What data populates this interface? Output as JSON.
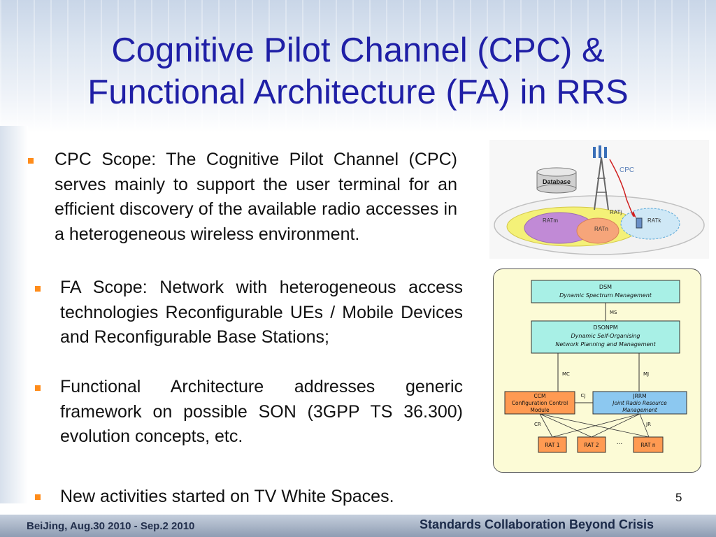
{
  "title_line1": "Cognitive Pilot Channel (CPC) &",
  "title_line2": "Functional Architecture (FA) in RRS",
  "bullets": [
    "CPC Scope: The Cognitive Pilot Channel (CPC) serves mainly to support the user terminal for an efficient discovery of the available radio accesses in a heterogeneous wireless environment.",
    "FA Scope: Network with heterogeneous access technologies Reconfigurable UEs / Mobile Devices and Reconfigurable Base Stations;",
    "Functional Architecture addresses generic framework on possible SON (3GPP TS 36.300) evolution concepts, etc.",
    "New activities started on TV White Spaces."
  ],
  "cpc_diagram": {
    "database": "Database",
    "cpc": "CPC",
    "ratj": "RATj",
    "ratm": "RATm",
    "ratn": "RATn",
    "ratk": "RATk"
  },
  "fa_diagram": {
    "dsm_title": "DSM",
    "dsm_sub": "Dynamic Spectrum Management",
    "ms": "MS",
    "dsonpm_title": "DSONPM",
    "dsonpm_sub1": "Dynamic Self-Organising",
    "dsonpm_sub2": "Network Planning and Management",
    "mc": "MC",
    "mj": "MJ",
    "ccm_title": "CCM",
    "ccm_sub1": "Configuration Control",
    "ccm_sub2": "Module",
    "cj": "CJ",
    "jrrm_title": "JRRM",
    "jrrm_sub1": "Joint Radio Resource",
    "jrrm_sub2": "Management",
    "cr": "CR",
    "jr": "JR",
    "rat1": "RAT 1",
    "rat2": "RAT 2",
    "dots": "...",
    "ratn": "RAT n"
  },
  "footer": {
    "left": "BeiJing,   Aug.30 2010 - Sep.2  2010",
    "right": "Standards Collaboration Beyond Crisis"
  },
  "slide_number": "5",
  "colors": {
    "title": "#1f1fa6",
    "bullet": "#ff8c1a",
    "dsm_box": "#a8f0e6",
    "ccm_box": "#ff9a52",
    "jrrm_box": "#8cc8f0",
    "rat_box": "#ff9a52",
    "fa_bg": "#fcfbd6"
  }
}
